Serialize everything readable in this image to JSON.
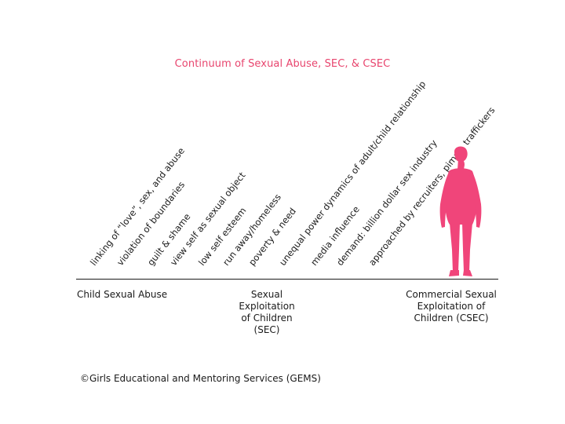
{
  "title": "Continuum of Sexual Abuse, SEC, & CSEC",
  "factors": [
    "linking of “love”, sex, and abuse",
    "violation of boundaries",
    "guilt & shame",
    "view self as sexual object",
    "low self esteem",
    "run away/homeless",
    "poverty & need",
    "unequal power dynamics of adult/child relationship",
    "media influence",
    "demand: billion dollar sex industry",
    "approached by recruiters, pimps, traffickers"
  ],
  "stages": {
    "csa": "Child Sexual Abuse",
    "sec_l1": "Sexual",
    "sec_l2": "Exploitation",
    "sec_l3": "of Children",
    "sec_l4": "(SEC)",
    "csec_l1": "Commercial Sexual",
    "csec_l2": "Exploitation of",
    "csec_l3": "Children (CSEC)"
  },
  "credit": "©Girls Educational and Mentoring Services (GEMS)",
  "colors": {
    "accent": "#f0457a",
    "title": "#e8456e"
  },
  "icons": {
    "figure": "girl-silhouette-icon"
  }
}
